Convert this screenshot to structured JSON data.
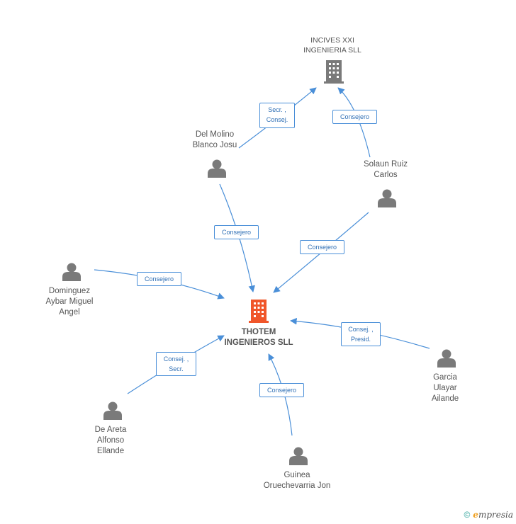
{
  "colors": {
    "edge": "#4a8fd8",
    "person": "#7a7a7a",
    "company": "#7a7a7a",
    "main_company": "#f0562a"
  },
  "nodes": {
    "incives": {
      "label": "INCIVES XXI\nINGENIERIA  SLL",
      "icon": "building-icon"
    },
    "thotem": {
      "label": "THOTEM\nINGENIEROS SLL",
      "icon": "building-icon"
    },
    "del_molino": {
      "label": "Del Molino\nBlanco Josu",
      "icon": "person-icon"
    },
    "solaun": {
      "label": "Solaun Ruiz\nCarlos",
      "icon": "person-icon"
    },
    "dominguez": {
      "label": "Dominguez\nAybar Miguel\nAngel",
      "icon": "person-icon"
    },
    "garcia": {
      "label": "Garcia\nUlayar\nAilande",
      "icon": "person-icon"
    },
    "de_areta": {
      "label": "De Areta\nAlfonso\nEllande",
      "icon": "person-icon"
    },
    "guinea": {
      "label": "Guinea\nOruechevarria Jon",
      "icon": "person-icon"
    }
  },
  "edges": {
    "e1": {
      "label": "Secr. ,\nConsej."
    },
    "e2": {
      "label": "Consejero"
    },
    "e3": {
      "label": "Consejero"
    },
    "e4": {
      "label": "Consejero"
    },
    "e5": {
      "label": "Consejero"
    },
    "e6": {
      "label": "Consej. ,\nPresid."
    },
    "e7": {
      "label": "Consej. ,\nSecr."
    },
    "e8": {
      "label": "Consejero"
    }
  },
  "footer": {
    "symbol": "©",
    "brand_initial": "e",
    "brand_rest": "mpresia"
  }
}
